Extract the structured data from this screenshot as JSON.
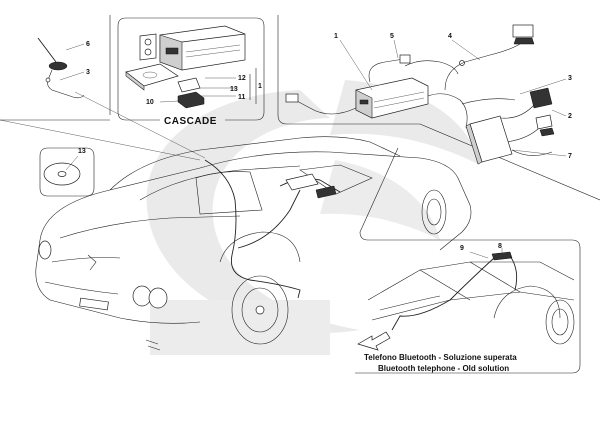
{
  "callouts": {
    "n1a": "1",
    "n1b": "1",
    "n2": "2",
    "n3a": "3",
    "n3b": "3",
    "n4": "4",
    "n5": "5",
    "n6": "6",
    "n7": "7",
    "n8": "8",
    "n9": "9",
    "n10": "10",
    "n11": "11",
    "n12": "12",
    "n13a": "13",
    "n13b": "13"
  },
  "labels": {
    "inset_title": "CASCADE",
    "bluetooth_line1": "Telefono Bluetooth - Soluzione superata",
    "bluetooth_line2": "Bluetooth telephone - Old solution"
  },
  "colors": {
    "line": "#222222",
    "watermark": "#d9d9d9",
    "background": "#ffffff"
  }
}
